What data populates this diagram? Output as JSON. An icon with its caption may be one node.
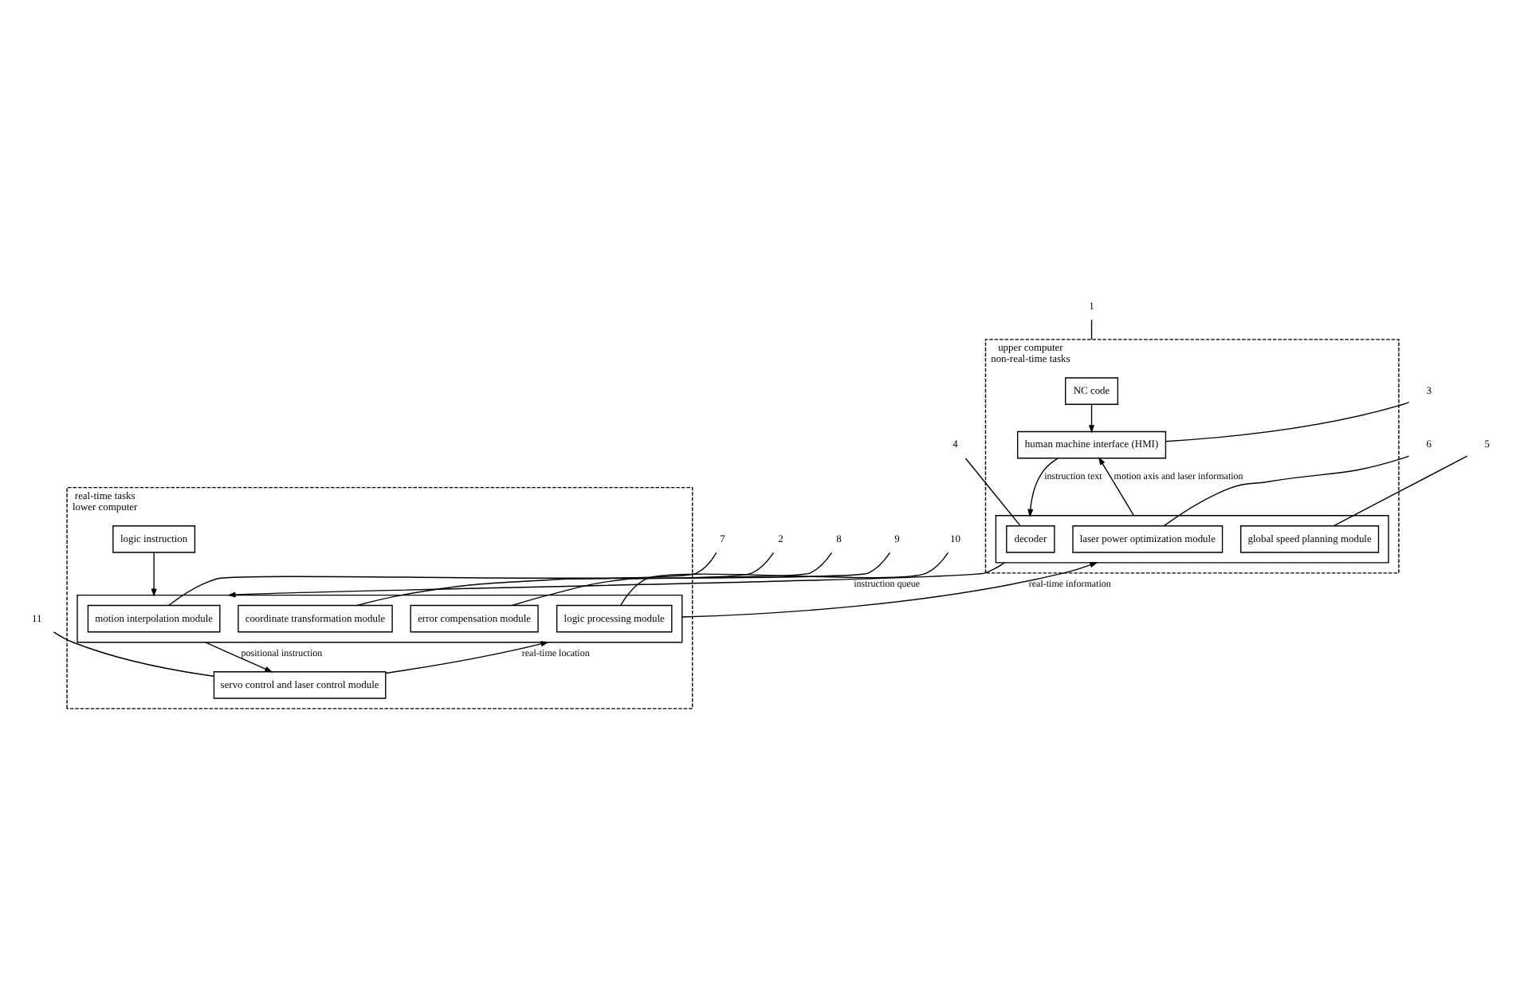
{
  "diagram": {
    "nodes": [
      {
        "text": [
          "upper computer",
          "non-real-time tasks"
        ]
      },
      {
        "text": [
          "NC code"
        ],
        "in": 0
      },
      {
        "text": [
          "human machine interface (HMI)"
        ],
        "in": 0
      },
      {
        "text": [],
        "shape": "box",
        "in": 0
      },
      {
        "text": [
          "decoder"
        ],
        "in": 3
      },
      {
        "text": [
          "global speed planning module"
        ],
        "in": 3
      },
      {
        "text": [
          "laser power optimization module"
        ],
        "in": 3
      },
      {
        "text": [
          "real-time tasks",
          "lower computer"
        ]
      },
      {
        "text": [],
        "shape": "box",
        "in": 7
      },
      {
        "text": [
          "motion interpolation module"
        ],
        "in": 8
      },
      {
        "text": [
          "coordinate transformation module"
        ],
        "in": 8
      },
      {
        "text": [
          "error compensation module"
        ],
        "in": 8
      },
      {
        "text": [
          "logic processing module"
        ],
        "in": 8
      },
      {
        "text": [
          "logic instruction"
        ],
        "in": 7
      },
      {
        "text": [
          "servo control and laser control module"
        ],
        "in": 7
      },
      {
        "text": [
          "1"
        ]
      },
      {
        "text": [
          "2"
        ]
      },
      {
        "text": [
          "3"
        ]
      },
      {
        "text": [
          "4"
        ]
      },
      {
        "text": [
          "5"
        ]
      },
      {
        "text": [
          "6"
        ]
      },
      {
        "text": [
          "7"
        ]
      },
      {
        "text": [
          "8"
        ]
      },
      {
        "text": [
          "9"
        ]
      },
      {
        "text": [
          "10"
        ]
      },
      {
        "text": [
          "11"
        ]
      }
    ],
    "edges": [
      {
        "from": 1,
        "to": 2,
        "arrow": "to"
      },
      {
        "from": 2,
        "to": 3,
        "arrow": "to",
        "label": "instruction text"
      },
      {
        "from": 3,
        "to": 2,
        "arrow": "to",
        "label": "motion axis and laser information"
      },
      {
        "from": 3,
        "to": 8,
        "arrow": "to",
        "label": "instruction queue"
      },
      {
        "from": 8,
        "to": 3,
        "arrow": "to",
        "label": "real-time information"
      },
      {
        "from": 13,
        "to": 8,
        "arrow": "to"
      },
      {
        "from": 8,
        "to": 14,
        "arrow": "to",
        "label": "positional instruction"
      },
      {
        "from": 14,
        "to": 8,
        "arrow": "to",
        "label": "real-time location"
      },
      {
        "from": 15,
        "to": 0,
        "arrow": "none"
      },
      {
        "from": 16,
        "to": 7,
        "arrow": "none"
      },
      {
        "from": 17,
        "to": 2,
        "arrow": "none"
      },
      {
        "from": 18,
        "to": 4,
        "arrow": "none"
      },
      {
        "from": 19,
        "to": 5,
        "arrow": "none"
      },
      {
        "from": 20,
        "to": 6,
        "arrow": "none"
      },
      {
        "from": 21,
        "to": 9,
        "arrow": "none"
      },
      {
        "from": 22,
        "to": 10,
        "arrow": "none"
      },
      {
        "from": 23,
        "to": 11,
        "arrow": "none"
      },
      {
        "from": 24,
        "to": 12,
        "arrow": "none"
      },
      {
        "from": 25,
        "to": 14,
        "arrow": "none"
      }
    ]
  }
}
